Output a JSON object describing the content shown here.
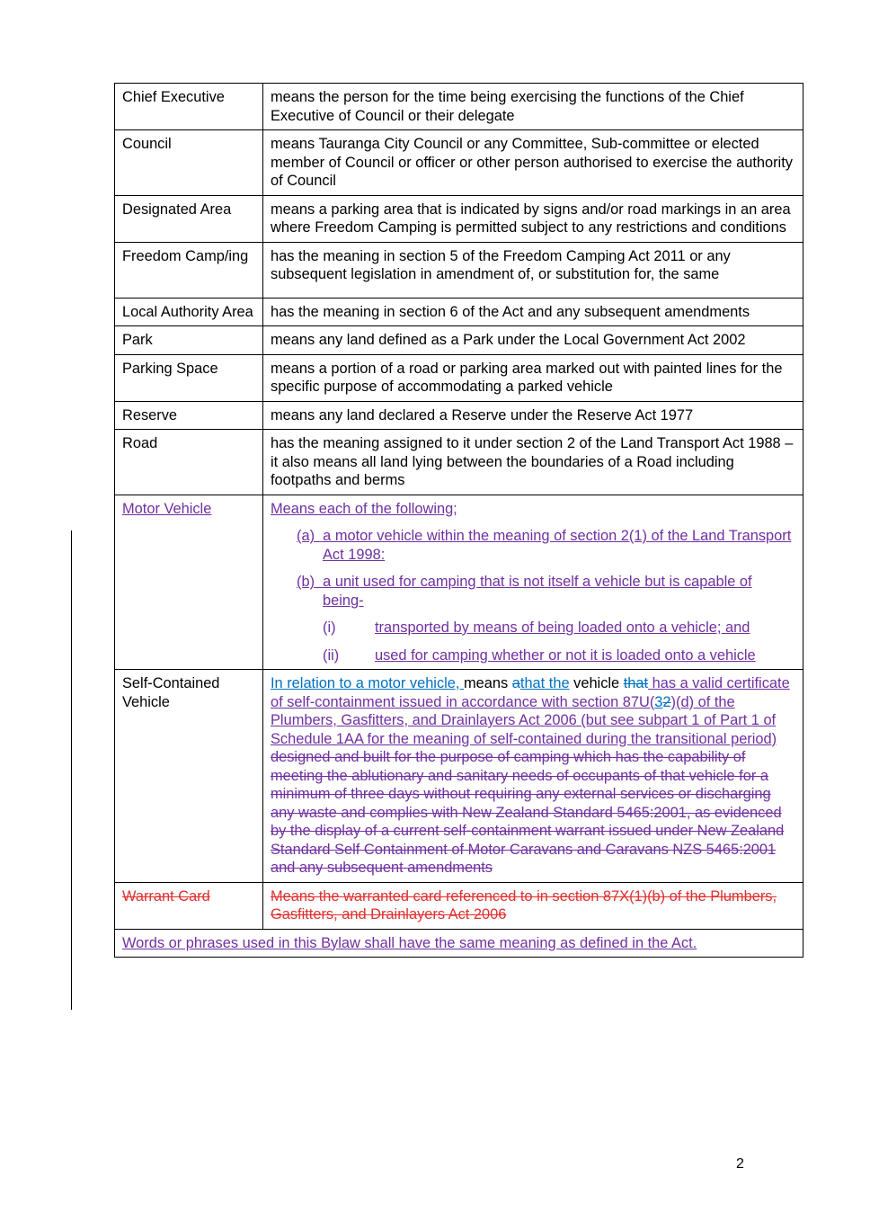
{
  "definitions": [
    {
      "term": "Chief Executive",
      "meaning": "means the person for the time being exercising the functions of the Chief Executive of Council or their delegate"
    },
    {
      "term": "Council",
      "meaning": "means Tauranga City Council or any Committee, Sub-committee or elected member of Council or officer or other person authorised to exercise the authority of Council"
    },
    {
      "term": "Designated Area",
      "meaning": "means a parking area that is indicated by signs and/or road markings in an area where Freedom Camping is permitted subject to any restrictions and conditions"
    },
    {
      "term": "Freedom Camp/ing",
      "meaning": "has the meaning in section 5 of the Freedom Camping Act 2011 or any subsequent legislation in amendment of, or substitution for, the same"
    },
    {
      "term": "Local Authority Area",
      "meaning": "has the meaning in section 6 of the Act and any subsequent amendments"
    },
    {
      "term": "Park",
      "meaning": "means any land defined as a Park under the Local Government Act 2002"
    },
    {
      "term": "Parking Space",
      "meaning": "means a portion of a road or parking area marked out with painted lines for the specific purpose of accommodating a parked vehicle"
    },
    {
      "term": "Reserve",
      "meaning": "means any land declared a Reserve under the Reserve Act 1977"
    },
    {
      "term": "Road",
      "meaning": "has the meaning assigned to it under section 2 of the Land Transport Act 1988 – it also means all land lying between the boundaries of a Road including footpaths and berms"
    }
  ],
  "motor_vehicle": {
    "term": "Motor Vehicle",
    "intro": "Means each of the following;",
    "a": {
      "label": "(a)",
      "text": "a motor vehicle within the meaning of section 2(1) of the Land Transport Act 1998:"
    },
    "b": {
      "label": "(b)",
      "text": "a unit used for camping that is not itself a vehicle but is capable of being-"
    },
    "i": {
      "label": "(i)",
      "text": "transported by means of being loaded onto a vehicle; and"
    },
    "ii": {
      "label": "(ii)",
      "text": "used for camping whether or not it is loaded onto a vehicle"
    }
  },
  "self_contained": {
    "term": "Self-Contained Vehicle",
    "s1": "In relation to a motor vehicle, ",
    "s2": "means ",
    "s3": "a",
    "s4": "that the",
    "s5": " vehicle ",
    "s6": "that",
    "s7": " has a valid",
    "s8": " certificate of self-containment issued in accordance with section 87U(",
    "s9": "3",
    "s10": "2",
    "s11": ")(d) of the Plumbers, Gasfitters, and Drainlayers Act 2006 (but see subpart 1 of Part 1 of Schedule 1AA for the meaning of self-contained during the transitional period)",
    "s12": " designed and built for the purpose of camping which has the capability of meeting the ablutionary and sanitary needs of occupants of that vehicle for a minimum of three days without requiring any external services or discharging any waste and complies with New Zealand Standard 5465:2001, as evidenced by the display of a current self-containment warrant issued under New Zealand Standard Self Containment of Motor Caravans and Caravans NZS 5465:2001 and any subsequent amendments"
  },
  "warrant_card": {
    "term": "Warrant Card",
    "meaning": "Means the warranted card referenced to in section 87X(1)(b) of the Plumbers, Gasfitters, and Drainlayers Act 2006"
  },
  "footer_row": "Words or phrases used in this Bylaw shall have the same meaning as defined in the Act.",
  "page_number": "2",
  "colors": {
    "insert_purple": "#7030a0",
    "insert_blue": "#0070c0",
    "delete_red": "#e0302f"
  }
}
